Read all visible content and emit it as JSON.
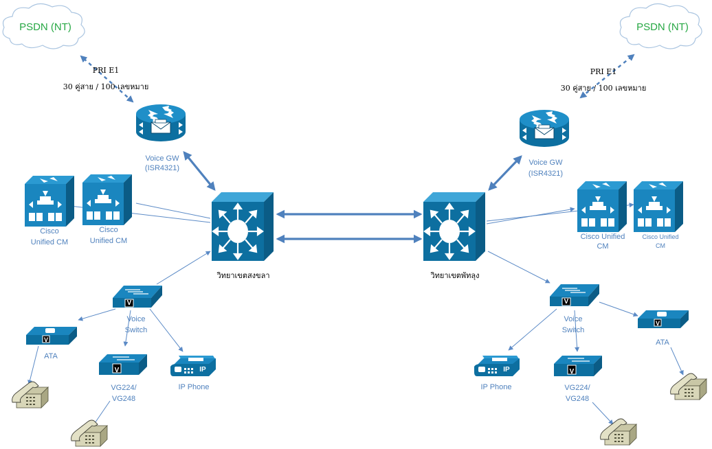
{
  "clouds": {
    "left": {
      "label": "PSDN (NT)"
    },
    "right": {
      "label": "PSDN (NT)"
    }
  },
  "trunks": {
    "left": {
      "line1": "PRI E1",
      "line2": "30 คู่สาย / 100 เลขหมาย"
    },
    "right": {
      "line1": "PRI E1",
      "line2": "30 คู่สาย / 100 เลขหมาย"
    }
  },
  "sites": {
    "left": {
      "core_label": "วิทยาเขตสงขลา",
      "voice_gw": {
        "line1": "Voice GW",
        "line2": "(ISR4321)"
      },
      "cucm1": {
        "line1": "Cisco",
        "line2": "Unified CM"
      },
      "cucm2": {
        "line1": "Cisco",
        "line2": "Unified CM"
      },
      "voice_switch": {
        "line1": "Voice",
        "line2": "Switch"
      },
      "ata": {
        "label": "ATA"
      },
      "vg": {
        "line1": "VG224/",
        "line2": "VG248"
      },
      "ip_phone": {
        "label": "IP Phone"
      }
    },
    "right": {
      "core_label": "วิทยาเขตพัทลุง",
      "voice_gw": {
        "line1": "Voice GW",
        "line2": "(ISR4321)"
      },
      "cucm1": {
        "line1": "Cisco Unified",
        "line2": "CM"
      },
      "cucm2": {
        "line1": "Cisco Unified",
        "line2": "CM"
      },
      "voice_switch": {
        "line1": "Voice",
        "line2": "Switch"
      },
      "ata": {
        "label": "ATA"
      },
      "vg": {
        "line1": "VG224/",
        "line2": "VG248"
      },
      "ip_phone": {
        "label": "IP Phone"
      }
    }
  },
  "badges": {
    "voice": "V",
    "ip": "IP"
  },
  "colors": {
    "device_blue": "#0d6fa0",
    "device_top": "#1c8fc6",
    "link_blue": "#5b8ac6",
    "label_blue": "#4f81bd",
    "cloud_text": "#27a844",
    "phone_beige": "#d8d6b8"
  }
}
